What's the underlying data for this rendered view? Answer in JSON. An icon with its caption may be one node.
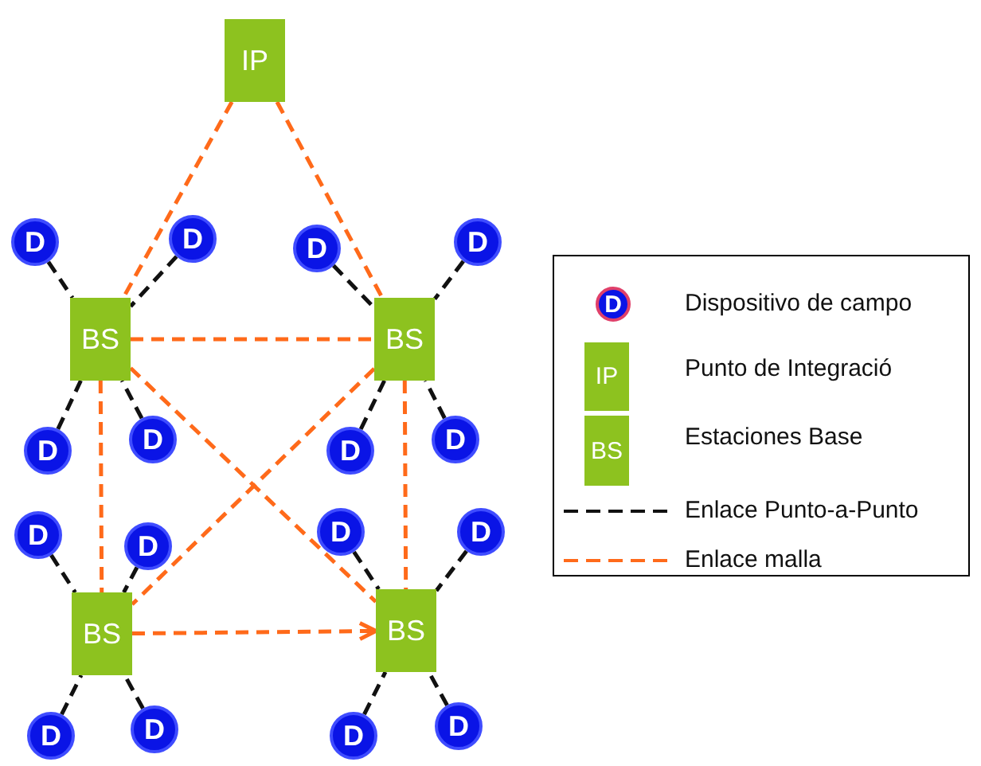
{
  "diagram": {
    "nodes": [
      {
        "text": [
          "IP"
        ]
      },
      {
        "text": [
          "BS"
        ]
      },
      {
        "text": [
          "BS"
        ]
      },
      {
        "text": [
          "BS"
        ]
      },
      {
        "text": [
          "BS"
        ]
      },
      {
        "text": [
          "D"
        ]
      },
      {
        "text": [
          "D"
        ]
      },
      {
        "text": [
          "D"
        ]
      },
      {
        "text": [
          "D"
        ]
      },
      {
        "text": [
          "D"
        ]
      },
      {
        "text": [
          "D"
        ]
      },
      {
        "text": [
          "D"
        ]
      },
      {
        "text": [
          "D"
        ]
      },
      {
        "text": [
          "D"
        ]
      },
      {
        "text": [
          "D"
        ]
      },
      {
        "text": [
          "D"
        ]
      },
      {
        "text": [
          "D"
        ]
      },
      {
        "text": [
          "D"
        ]
      },
      {
        "text": [
          "D"
        ]
      },
      {
        "text": [
          "D"
        ]
      },
      {
        "text": [
          "D"
        ]
      }
    ],
    "edges": [
      {
        "from": 0,
        "to": 1,
        "arrow": "none",
        "style": "dashed",
        "color": "#ff6a1a"
      },
      {
        "from": 0,
        "to": 2,
        "arrow": "none",
        "style": "dashed",
        "color": "#ff6a1a"
      },
      {
        "from": 1,
        "to": 2,
        "arrow": "none",
        "style": "dashed",
        "color": "#ff6a1a"
      },
      {
        "from": 1,
        "to": 3,
        "arrow": "none",
        "style": "dashed",
        "color": "#ff6a1a"
      },
      {
        "from": 1,
        "to": 4,
        "arrow": "none",
        "style": "dashed",
        "color": "#ff6a1a"
      },
      {
        "from": 2,
        "to": 3,
        "arrow": "none",
        "style": "dashed",
        "color": "#ff6a1a"
      },
      {
        "from": 2,
        "to": 4,
        "arrow": "none",
        "style": "dashed",
        "color": "#ff6a1a"
      },
      {
        "from": 3,
        "to": 4,
        "arrow": "to",
        "style": "dashed",
        "color": "#ff6a1a"
      },
      {
        "from": 5,
        "to": 1,
        "arrow": "none",
        "style": "dashed"
      },
      {
        "from": 6,
        "to": 1,
        "arrow": "none",
        "style": "dashed"
      },
      {
        "from": 7,
        "to": 1,
        "arrow": "none",
        "style": "dashed"
      },
      {
        "from": 8,
        "to": 1,
        "arrow": "none",
        "style": "dashed"
      },
      {
        "from": 9,
        "to": 2,
        "arrow": "none",
        "style": "dashed"
      },
      {
        "from": 10,
        "to": 2,
        "arrow": "none",
        "style": "dashed"
      },
      {
        "from": 11,
        "to": 2,
        "arrow": "none",
        "style": "dashed"
      },
      {
        "from": 12,
        "to": 2,
        "arrow": "none",
        "style": "dashed"
      },
      {
        "from": 13,
        "to": 3,
        "arrow": "none",
        "style": "dashed"
      },
      {
        "from": 14,
        "to": 3,
        "arrow": "none",
        "style": "dashed"
      },
      {
        "from": 15,
        "to": 3,
        "arrow": "none",
        "style": "dashed"
      },
      {
        "from": 16,
        "to": 3,
        "arrow": "none",
        "style": "dashed"
      },
      {
        "from": 17,
        "to": 4,
        "arrow": "none",
        "style": "dashed"
      },
      {
        "from": 18,
        "to": 4,
        "arrow": "none",
        "style": "dashed"
      },
      {
        "from": 19,
        "to": 4,
        "arrow": "none",
        "style": "dashed"
      },
      {
        "from": 20,
        "to": 4,
        "arrow": "none",
        "style": "dashed"
      }
    ],
    "labels": [
      "D",
      "IP",
      "BS"
    ],
    "legend": [
      {
        "text": "Dispositivo de campo"
      },
      {
        "text": "Punto de Integració"
      },
      {
        "text": "Estaciones Base"
      },
      {
        "text": "Enlace Punto-a-Punto"
      },
      {
        "text": "Enlace malla"
      }
    ]
  }
}
